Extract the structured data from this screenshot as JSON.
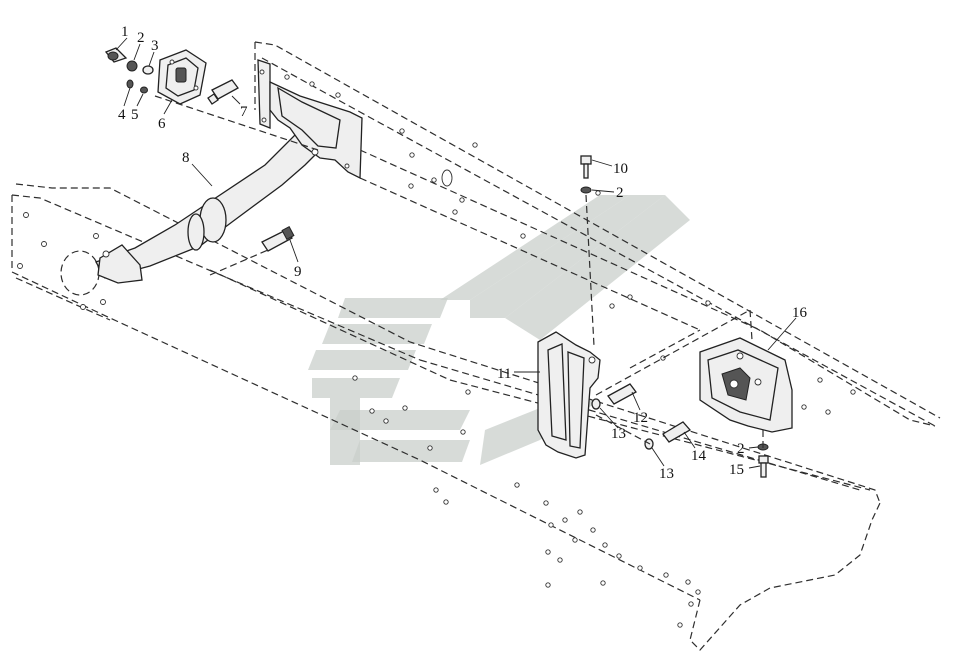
{
  "callouts": [
    {
      "id": "1",
      "text": "1"
    },
    {
      "id": "2a",
      "text": "2"
    },
    {
      "id": "3",
      "text": "3"
    },
    {
      "id": "4",
      "text": "4"
    },
    {
      "id": "5",
      "text": "5"
    },
    {
      "id": "6",
      "text": "6"
    },
    {
      "id": "7",
      "text": "7"
    },
    {
      "id": "8",
      "text": "8"
    },
    {
      "id": "9",
      "text": "9"
    },
    {
      "id": "10",
      "text": "10"
    },
    {
      "id": "2b",
      "text": "2"
    },
    {
      "id": "11",
      "text": "11"
    },
    {
      "id": "12",
      "text": "12"
    },
    {
      "id": "13a",
      "text": "13"
    },
    {
      "id": "13b",
      "text": "13"
    },
    {
      "id": "14",
      "text": "14"
    },
    {
      "id": "2c",
      "text": "2"
    },
    {
      "id": "15",
      "text": "15"
    },
    {
      "id": "16",
      "text": "16"
    }
  ]
}
